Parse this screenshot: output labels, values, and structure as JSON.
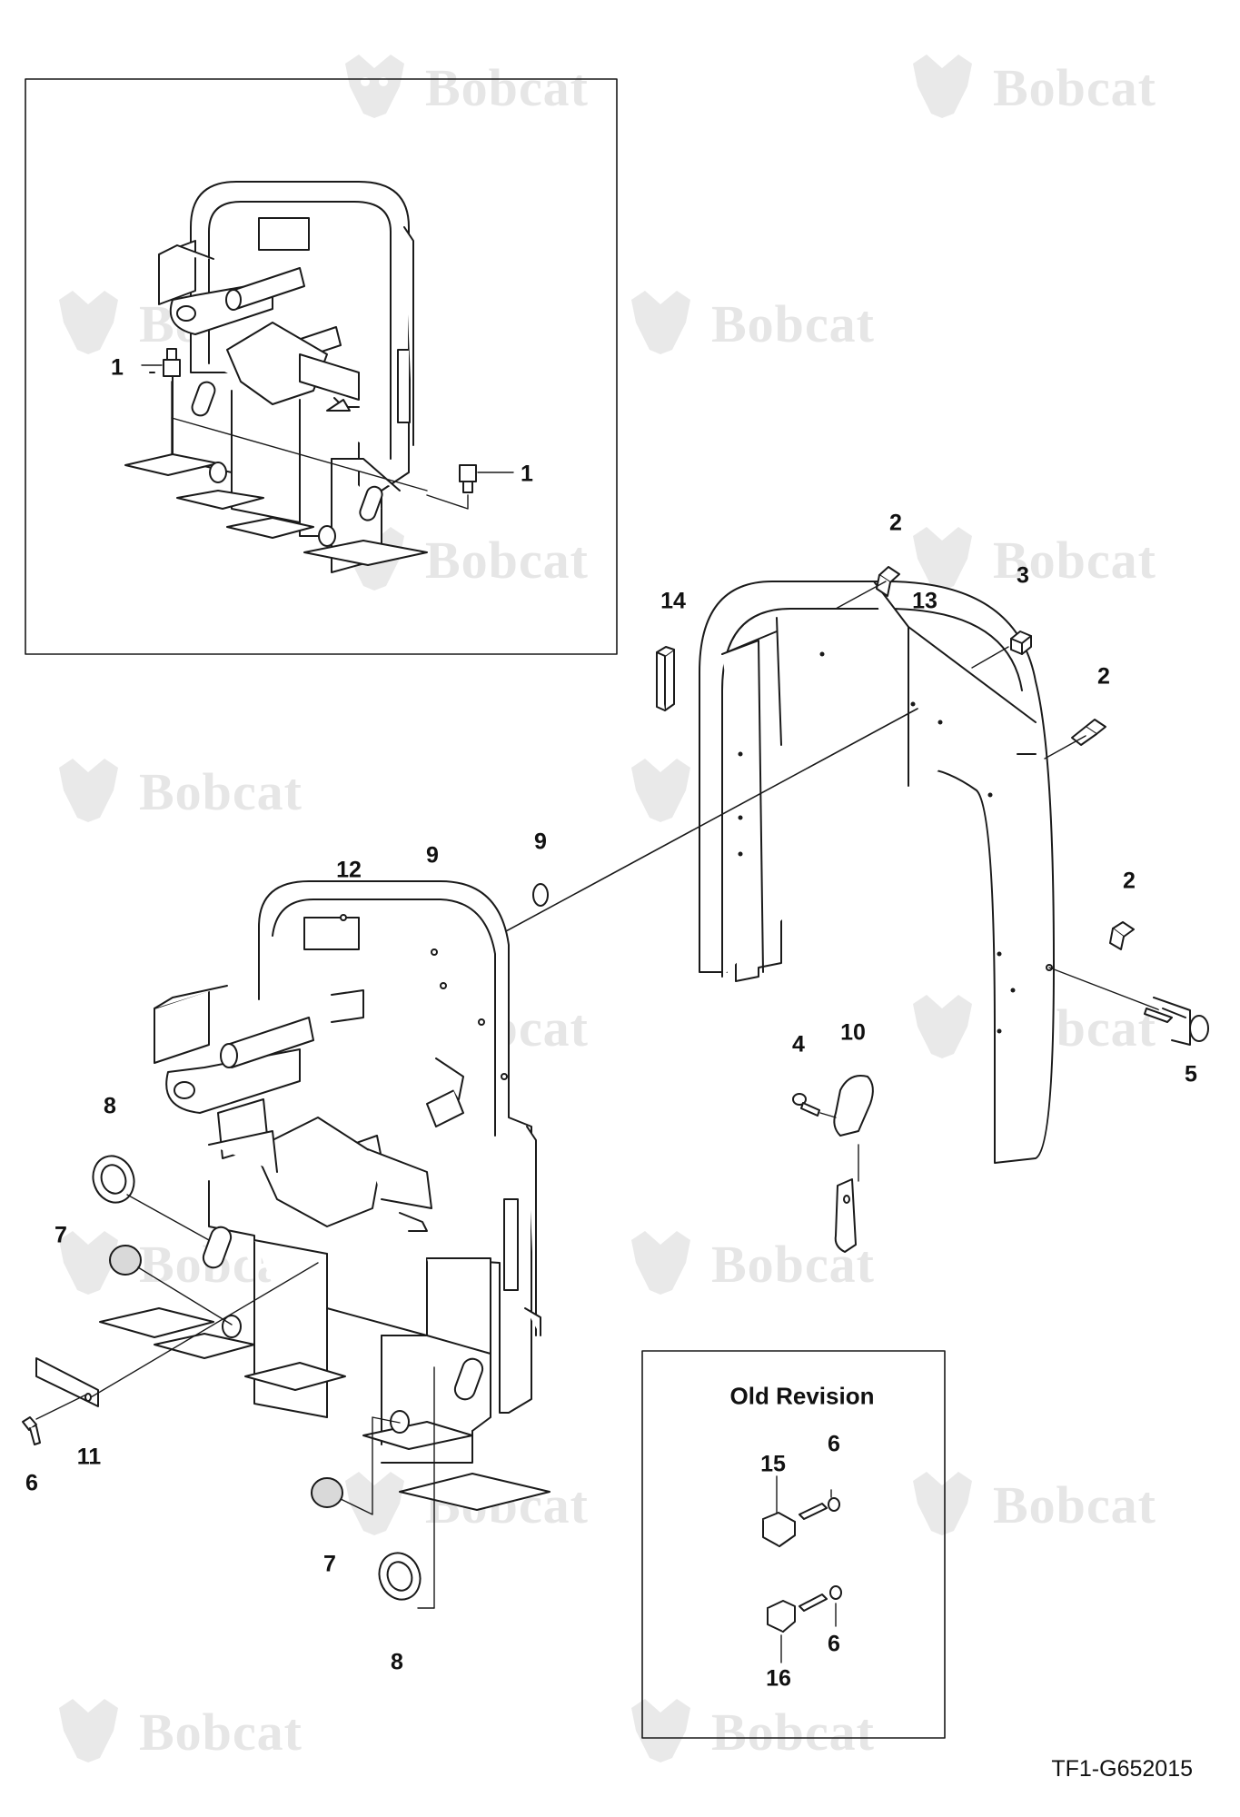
{
  "watermark": {
    "brand_text": "Bobcat",
    "logo_icon": "bobcat-head-logo",
    "color": "#e6e6e6"
  },
  "inset_top": {
    "callouts": [
      "1",
      "1"
    ]
  },
  "main_assembly": {
    "callouts": [
      "2",
      "2",
      "2",
      "3",
      "4",
      "5",
      "6",
      "7",
      "7",
      "8",
      "8",
      "9",
      "9",
      "10",
      "11",
      "12",
      "13",
      "14"
    ]
  },
  "old_revision_box": {
    "title": "Old Revision",
    "callouts": [
      "15",
      "6",
      "6",
      "16"
    ]
  },
  "drawing_id": "TF1-G652015",
  "colors": {
    "line": "#1a1a1a",
    "part_fill": "#ffffff",
    "cap_fill": "#d9d9d9"
  }
}
